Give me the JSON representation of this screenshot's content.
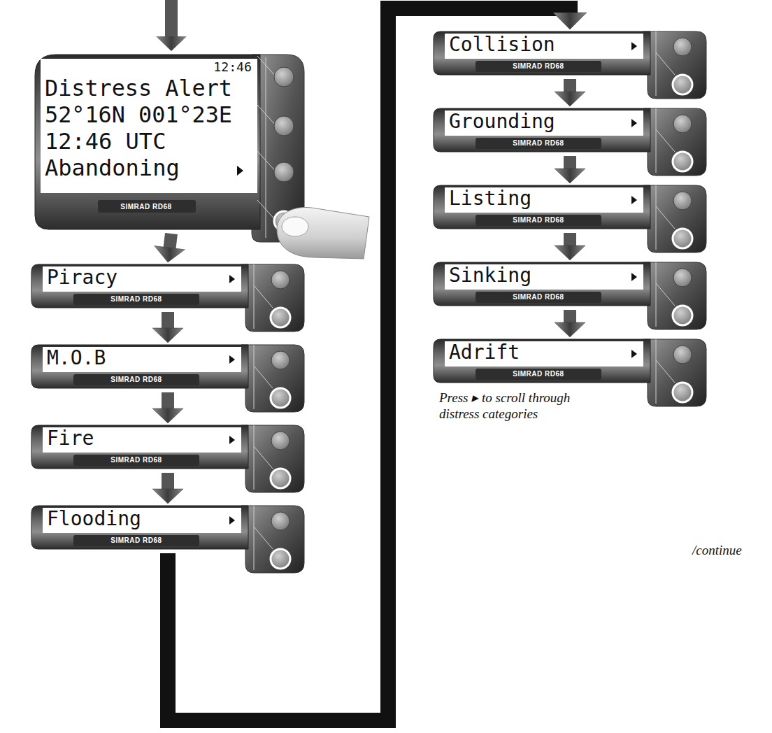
{
  "diagram": {
    "nodes": [
      {
        "text": [
          "12:46",
          "Distress Alert",
          "52°16N 001°23E",
          "12:46 UTC",
          "Abandoning",
          "SIMRAD RD68"
        ]
      },
      {
        "text": [
          "Piracy",
          "SIMRAD RD68"
        ]
      },
      {
        "text": [
          "M.O.B",
          "SIMRAD RD68"
        ]
      },
      {
        "text": [
          "Fire",
          "SIMRAD RD68"
        ]
      },
      {
        "text": [
          "Flooding",
          "SIMRAD RD68"
        ]
      },
      {
        "text": [
          "Collision",
          "SIMRAD RD68"
        ]
      },
      {
        "text": [
          "Grounding",
          "SIMRAD RD68"
        ]
      },
      {
        "text": [
          "Listing",
          "SIMRAD RD68"
        ]
      },
      {
        "text": [
          "Sinking",
          "SIMRAD RD68"
        ]
      },
      {
        "text": [
          "Adrift",
          "SIMRAD RD68"
        ]
      }
    ],
    "edges": [
      {
        "from": 0,
        "to": 1,
        "arrow": "to"
      },
      {
        "from": 1,
        "to": 2,
        "arrow": "to"
      },
      {
        "from": 2,
        "to": 3,
        "arrow": "to"
      },
      {
        "from": 3,
        "to": 4,
        "arrow": "to"
      },
      {
        "from": 4,
        "to": 5,
        "arrow": "to"
      },
      {
        "from": 5,
        "to": 6,
        "arrow": "to"
      },
      {
        "from": 6,
        "to": 7,
        "arrow": "to"
      },
      {
        "from": 7,
        "to": 8,
        "arrow": "to"
      },
      {
        "from": 8,
        "to": 9,
        "arrow": "to"
      }
    ],
    "labels": [
      "Press ▸ to scroll through distress categories",
      "/continue"
    ]
  }
}
